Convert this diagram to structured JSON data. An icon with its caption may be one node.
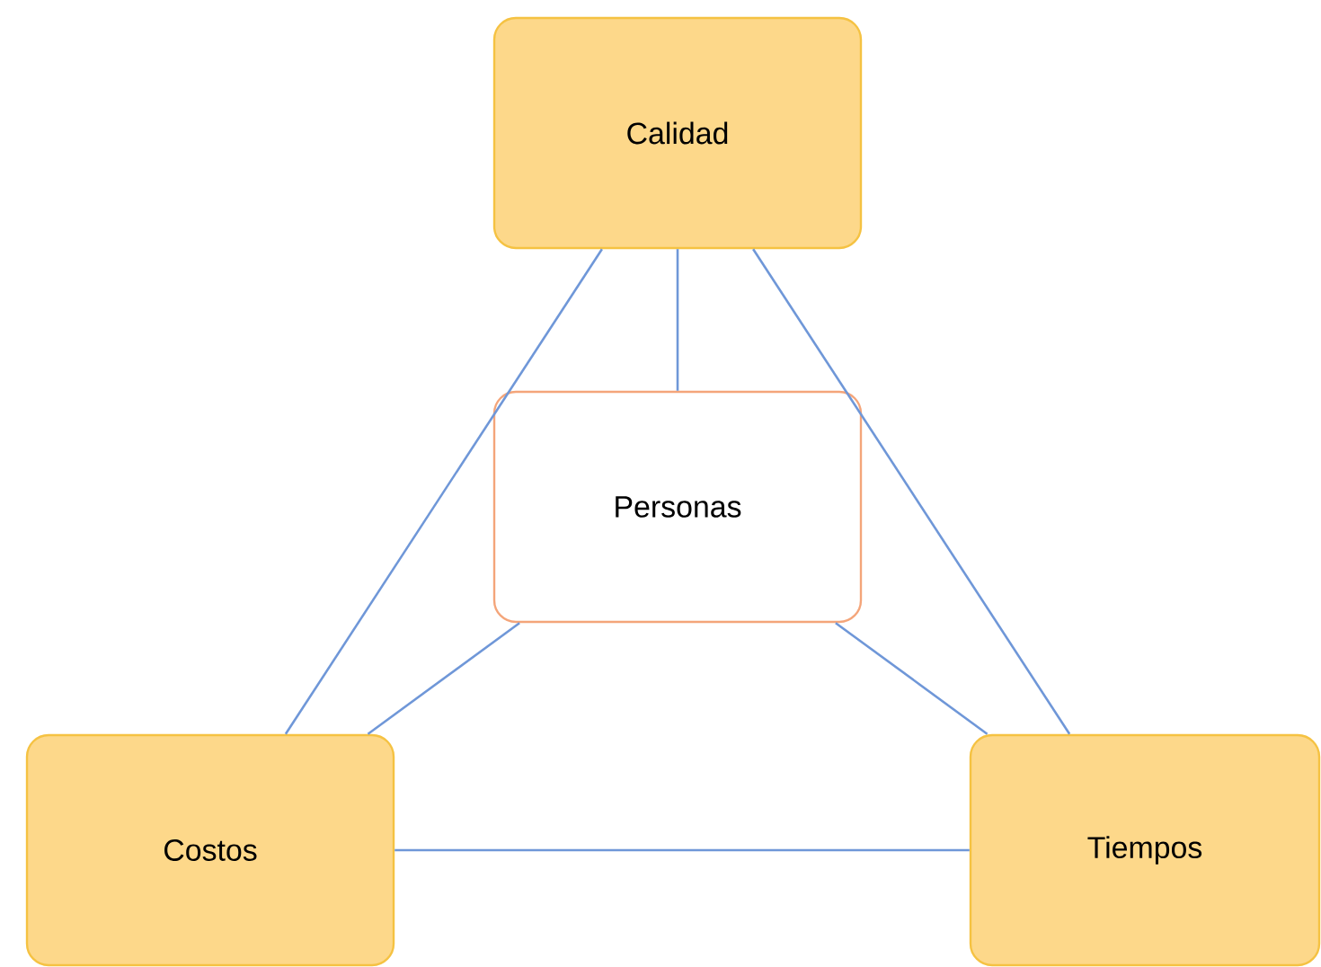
{
  "diagram": {
    "nodes": [
      {
        "text": [
          "Calidad"
        ]
      },
      {
        "text": [
          "Personas"
        ]
      },
      {
        "text": [
          "Costos"
        ]
      },
      {
        "text": [
          "Tiempos"
        ]
      }
    ],
    "edges": [
      {
        "from": 0,
        "to": 1,
        "arrow": "none"
      },
      {
        "from": 0,
        "to": 2,
        "arrow": "none"
      },
      {
        "from": 0,
        "to": 3,
        "arrow": "none"
      },
      {
        "from": 1,
        "to": 2,
        "arrow": "none"
      },
      {
        "from": 1,
        "to": 3,
        "arrow": "none"
      },
      {
        "from": 2,
        "to": 3,
        "arrow": "none"
      }
    ]
  }
}
